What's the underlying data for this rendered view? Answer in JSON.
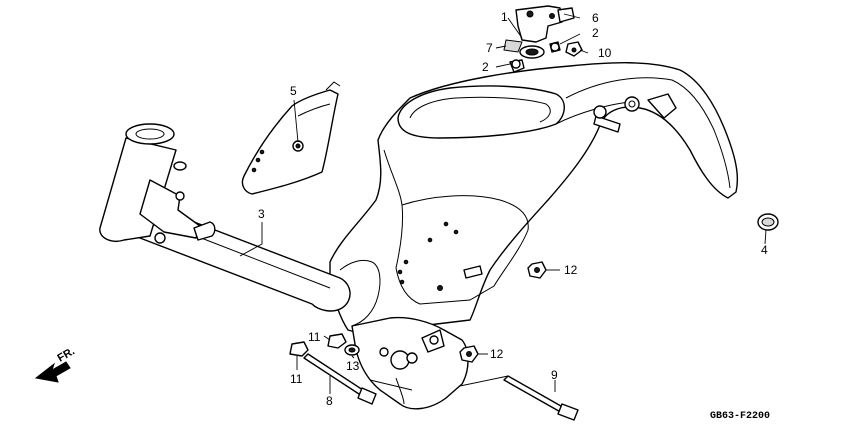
{
  "diagram": {
    "callouts": [
      {
        "id": "c1",
        "text": "1"
      },
      {
        "id": "c2a",
        "text": "2"
      },
      {
        "id": "c2b",
        "text": "2"
      },
      {
        "id": "c3",
        "text": "3"
      },
      {
        "id": "c4",
        "text": "4"
      },
      {
        "id": "c5",
        "text": "5"
      },
      {
        "id": "c6",
        "text": "6"
      },
      {
        "id": "c7",
        "text": "7"
      },
      {
        "id": "c8",
        "text": "8"
      },
      {
        "id": "c9",
        "text": "9"
      },
      {
        "id": "c10",
        "text": "10"
      },
      {
        "id": "c11a",
        "text": "11"
      },
      {
        "id": "c11b",
        "text": "11"
      },
      {
        "id": "c12a",
        "text": "12"
      },
      {
        "id": "c12b",
        "text": "12"
      },
      {
        "id": "c13",
        "text": "13"
      }
    ],
    "direction_label": "FR.",
    "drawing_code": "GB63-F2200"
  }
}
